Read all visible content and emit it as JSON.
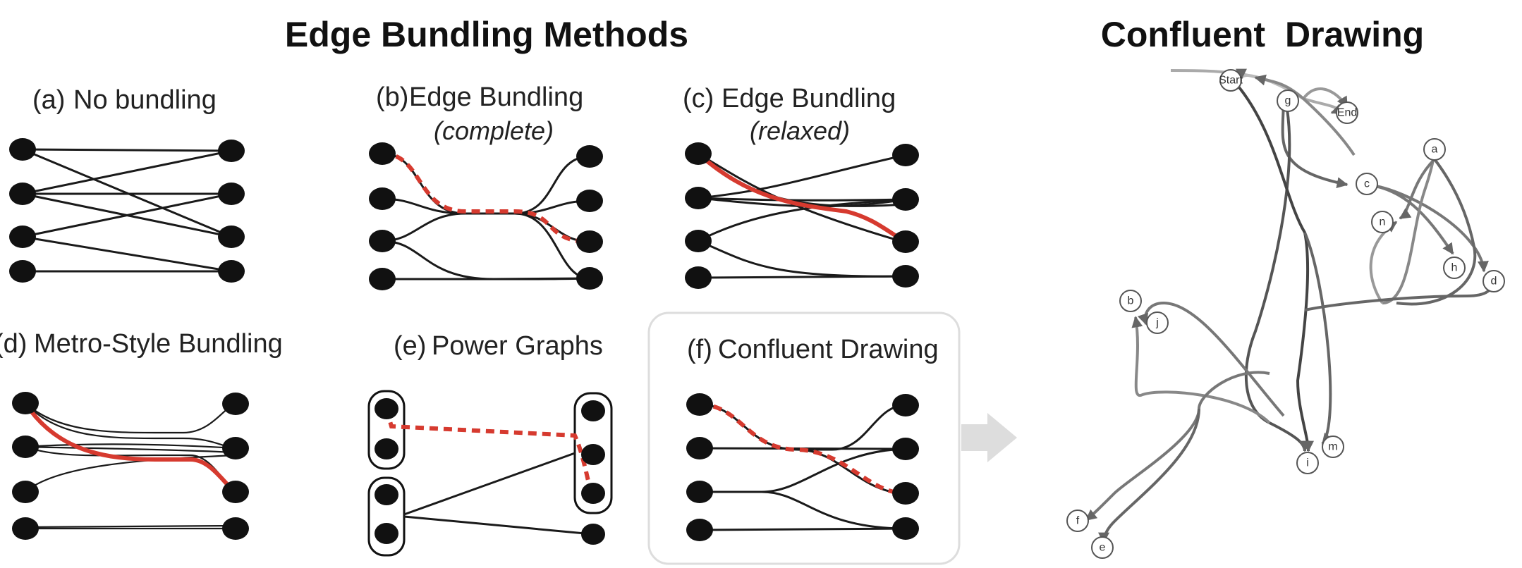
{
  "headings": {
    "left": "Edge Bundling Methods",
    "right_part1": "Confluent",
    "right_part2": "Drawing"
  },
  "panels": {
    "a": {
      "label": "(a)",
      "title": "No bundling"
    },
    "b": {
      "label": "(b)",
      "title": "Edge Bundling",
      "subtitle": "(complete)"
    },
    "c": {
      "label": "(c)",
      "title": "Edge Bundling",
      "subtitle": "(relaxed)"
    },
    "d": {
      "label": "(d)",
      "title": "Metro-Style Bundling"
    },
    "e": {
      "label": "(e)",
      "title": "Power Graphs"
    },
    "f": {
      "label": "(f)",
      "title": "Confluent Drawing"
    }
  },
  "confluent_nodes": {
    "start": "Start",
    "end": "End",
    "g": "g",
    "a": "a",
    "c": "c",
    "n": "n",
    "h": "h",
    "d": "d",
    "b": "b",
    "j": "j",
    "i": "i",
    "m": "m",
    "f": "f",
    "e": "e"
  },
  "colors": {
    "highlight": "#d63a2f",
    "edge": "#1a1a1a",
    "arrow": "#dddddd",
    "frame": "#dddddd"
  }
}
